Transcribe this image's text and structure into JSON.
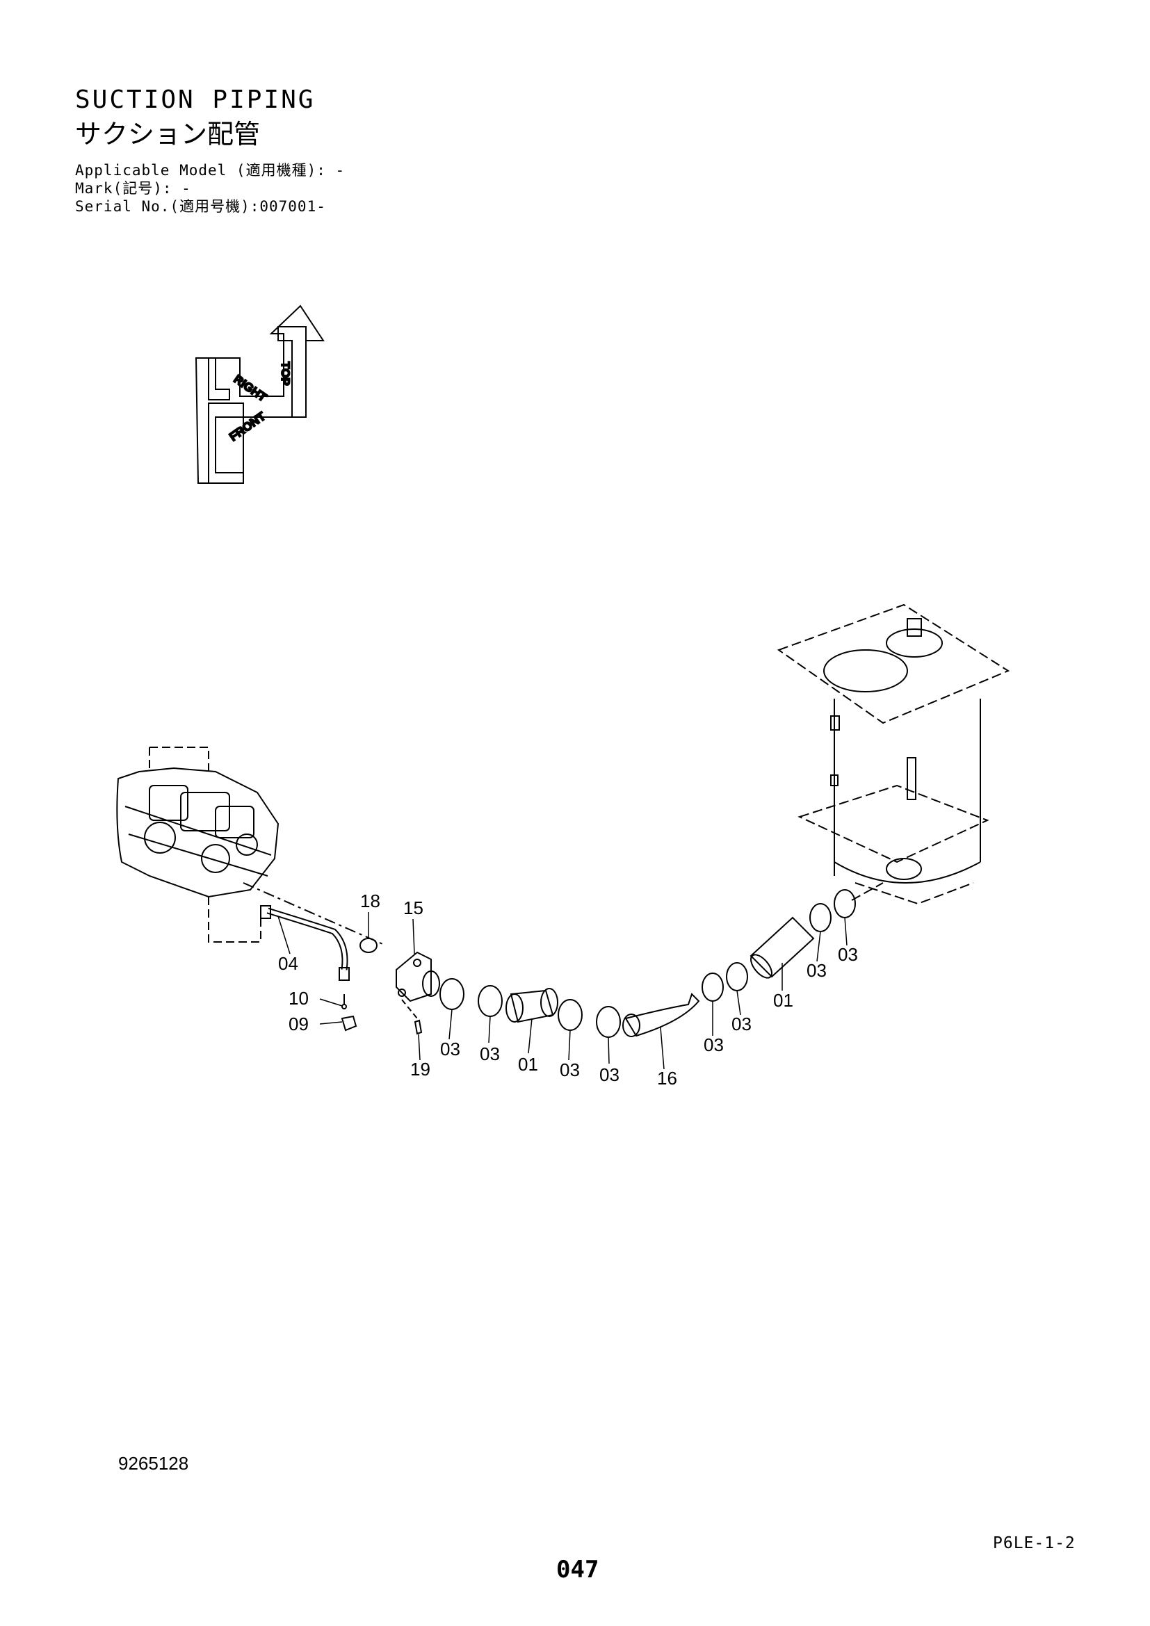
{
  "header": {
    "title_en": "SUCTION PIPING",
    "title_jp": "サクション配管",
    "applicable_model": "Applicable Model (適用機種): -",
    "mark": "Mark(記号): -",
    "serial_no": "Serial No.(適用号機):007001-"
  },
  "orientation_icon": {
    "top": "TOP",
    "right": "RIGHT",
    "front": "FRONT"
  },
  "callouts": {
    "c18": "18",
    "c15": "15",
    "c04": "04",
    "c10": "10",
    "c09": "09",
    "c19": "19",
    "c03a": "03",
    "c03b": "03",
    "c01a": "01",
    "c03c": "03",
    "c03d": "03",
    "c16": "16",
    "c03e": "03",
    "c03f": "03",
    "c03g": "03",
    "c03h": "03",
    "c01b": "01"
  },
  "footer": {
    "drawing_no": "9265128",
    "sheet_code": "P6LE-1-2",
    "page_no": "047"
  }
}
